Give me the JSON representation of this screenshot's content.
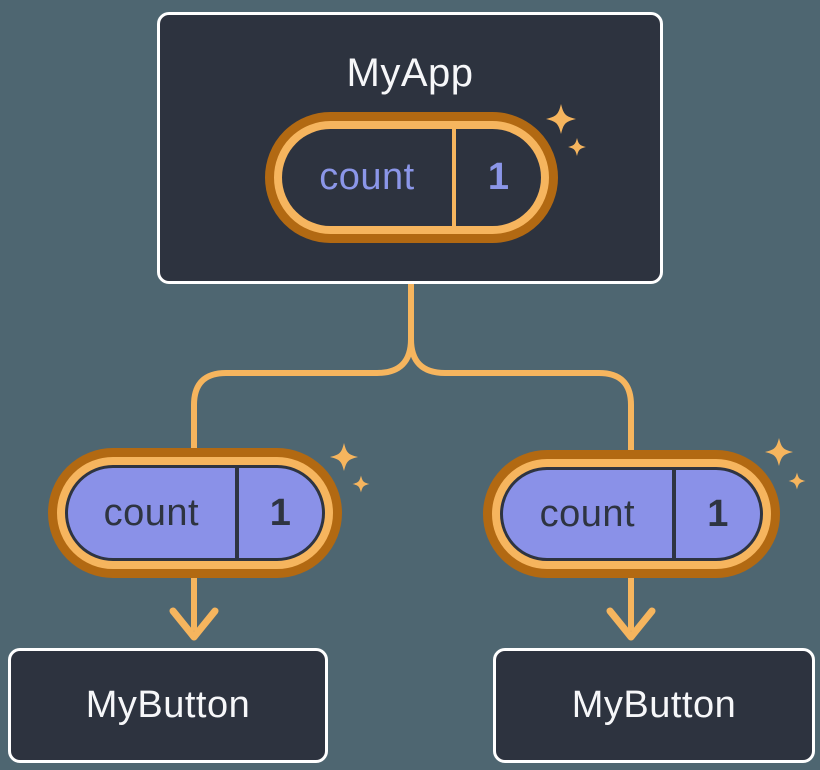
{
  "colors": {
    "background": "#4E6671",
    "nodeBg": "#2D333F",
    "nodeBorder": "#FFFFFF",
    "nodeText": "#F6F7F9",
    "ringDark": "#B26912",
    "ringLight": "#F6B55E",
    "connector": "#F6B55E",
    "stateText": "#8B96E8",
    "propFill": "#8A91E8",
    "ink": "#2E3441"
  },
  "root_node": {
    "title": "MyApp",
    "state": {
      "name": "count",
      "value": "1"
    }
  },
  "child_nodes": [
    {
      "title": "MyButton",
      "prop": {
        "name": "count",
        "value": "1"
      }
    },
    {
      "title": "MyButton",
      "prop": {
        "name": "count",
        "value": "1"
      }
    }
  ]
}
